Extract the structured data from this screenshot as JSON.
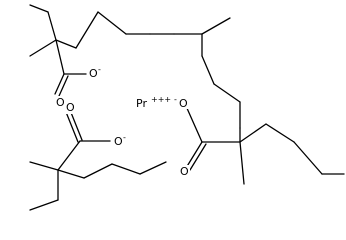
{
  "molecule": {
    "metal_ion": {
      "symbol": "Pr",
      "charge": "+++"
    },
    "carboxylate_oxygen": {
      "symbol": "O",
      "charge": "-"
    },
    "carbonyl_oxygen": {
      "symbol": "O"
    }
  }
}
